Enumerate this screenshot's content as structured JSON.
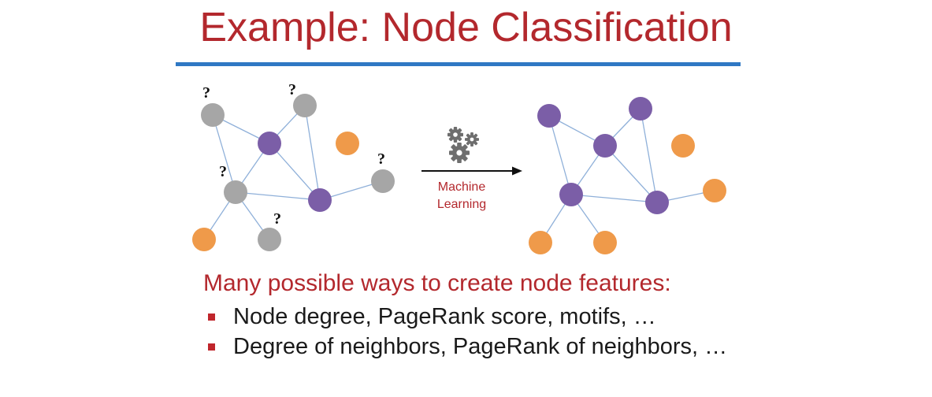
{
  "slide": {
    "title": "Example: Node Classification",
    "arrow_label_line1": "Machine",
    "arrow_label_line2": "Learning",
    "subheading": "Many possible ways to create node features:",
    "bullets": [
      "Node degree, PageRank score, motifs, …",
      "Degree of neighbors, PageRank of neighbors, …"
    ],
    "unknown_mark": "?"
  },
  "colors": {
    "title": "#b3282d",
    "rule": "#2f78c4",
    "unknown_node": "#a6a6a6",
    "class_purple": "#7b5ea7",
    "class_orange": "#ef9a4a",
    "edge": "#8fb0d9"
  },
  "icons": {
    "process_icon": "gears-icon",
    "arrow_icon": "right-arrow-icon"
  },
  "diagram": {
    "left_graph": {
      "nodes": [
        {
          "id": "a",
          "class": "unknown"
        },
        {
          "id": "b",
          "class": "unknown"
        },
        {
          "id": "c",
          "class": "purple"
        },
        {
          "id": "d",
          "class": "orange"
        },
        {
          "id": "e",
          "class": "unknown"
        },
        {
          "id": "f",
          "class": "unknown"
        },
        {
          "id": "g",
          "class": "purple"
        },
        {
          "id": "h",
          "class": "orange"
        },
        {
          "id": "i",
          "class": "unknown"
        }
      ],
      "edges": [
        [
          "a",
          "c"
        ],
        [
          "a",
          "f"
        ],
        [
          "b",
          "c"
        ],
        [
          "b",
          "g"
        ],
        [
          "c",
          "f"
        ],
        [
          "c",
          "g"
        ],
        [
          "f",
          "g"
        ],
        [
          "g",
          "e"
        ],
        [
          "f",
          "h"
        ],
        [
          "f",
          "i"
        ]
      ]
    },
    "right_graph": {
      "nodes": [
        {
          "id": "a",
          "class": "purple"
        },
        {
          "id": "b",
          "class": "purple"
        },
        {
          "id": "c",
          "class": "purple"
        },
        {
          "id": "d",
          "class": "orange"
        },
        {
          "id": "e",
          "class": "orange"
        },
        {
          "id": "f",
          "class": "purple"
        },
        {
          "id": "g",
          "class": "purple"
        },
        {
          "id": "h",
          "class": "orange"
        },
        {
          "id": "i",
          "class": "orange"
        }
      ],
      "edges": [
        [
          "a",
          "c"
        ],
        [
          "a",
          "f"
        ],
        [
          "b",
          "c"
        ],
        [
          "b",
          "g"
        ],
        [
          "c",
          "f"
        ],
        [
          "c",
          "g"
        ],
        [
          "f",
          "g"
        ],
        [
          "g",
          "e"
        ],
        [
          "f",
          "h"
        ],
        [
          "f",
          "i"
        ]
      ]
    }
  }
}
